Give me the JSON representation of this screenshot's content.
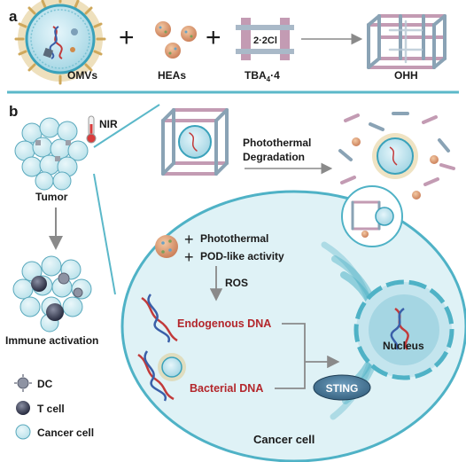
{
  "panel_a": {
    "label": "a",
    "omvs": "OMVs",
    "heas": "HEAs",
    "tba_main": "TBA",
    "tba_sub": "4",
    "tba_suffix": "·4",
    "linker_label": "2·2Cl",
    "ohh": "OHH",
    "plus": "+"
  },
  "panel_b": {
    "label": "b",
    "nir": "NIR",
    "tumor": "Tumor",
    "immune": "Immune activation",
    "photothermal_degradation_1": "Photothermal",
    "photothermal_degradation_2": "Degradation",
    "photothermal": "Photothermal",
    "pod": "POD-like activity",
    "ros": "ROS",
    "endogenous_dna": "Endogenous DNA",
    "bacterial_dna": "Bacterial DNA",
    "nucleus": "Nucleus",
    "sting": "STING",
    "cancer_cell": "Cancer cell",
    "plus": "+"
  },
  "legend": {
    "dc": "DC",
    "t_cell": "T cell",
    "cancer_cell": "Cancer cell"
  },
  "colors": {
    "teal": "#5bb8c9",
    "teal_light": "#d6eef3",
    "teal_dark": "#2b8ba0",
    "pink": "#c39bb3",
    "gray_blue": "#8aa3b5",
    "red_text": "#b3262b",
    "sting_blue": "#3d6e8f"
  }
}
